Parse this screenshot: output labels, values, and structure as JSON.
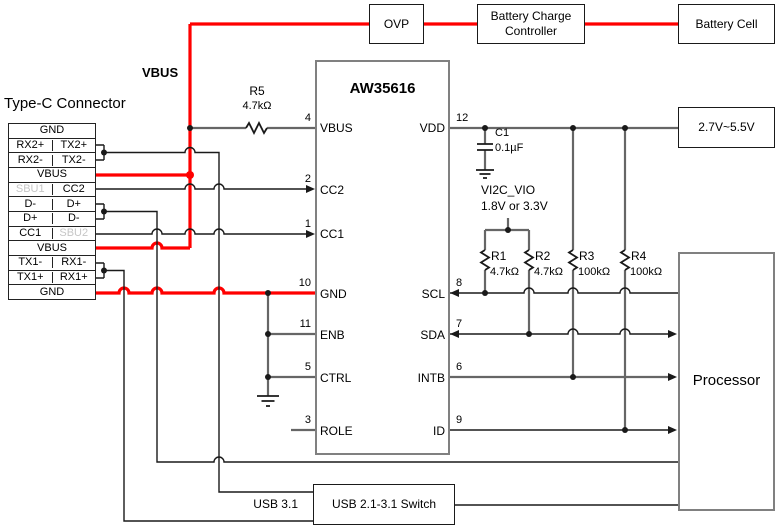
{
  "typec": {
    "title": "Type-C Connector",
    "rows": [
      {
        "label": "GND"
      },
      {
        "left": "RX2+",
        "right": "TX2+"
      },
      {
        "left": "RX2-",
        "right": "TX2-"
      },
      {
        "label": "VBUS"
      },
      {
        "left": "SBU1",
        "right": "CC2"
      },
      {
        "left": "D-",
        "right": "D+"
      },
      {
        "left": "D+",
        "right": "D-"
      },
      {
        "left": "CC1",
        "right": "SBU2"
      },
      {
        "label": "VBUS"
      },
      {
        "left": "TX1-",
        "right": "RX1-"
      },
      {
        "left": "TX1+",
        "right": "RX1+"
      },
      {
        "label": "GND"
      }
    ]
  },
  "chip": {
    "name": "AW35616",
    "pins_left": [
      {
        "num": "4",
        "label": "VBUS"
      },
      {
        "num": "2",
        "label": "CC2"
      },
      {
        "num": "1",
        "label": "CC1"
      },
      {
        "num": "10",
        "label": "GND"
      },
      {
        "num": "11",
        "label": "ENB"
      },
      {
        "num": "5",
        "label": "CTRL"
      },
      {
        "num": "3",
        "label": "ROLE"
      }
    ],
    "pins_right": [
      {
        "num": "12",
        "label": "VDD"
      },
      {
        "num": "8",
        "label": "SCL"
      },
      {
        "num": "7",
        "label": "SDA"
      },
      {
        "num": "6",
        "label": "INTB"
      },
      {
        "num": "9",
        "label": "ID"
      }
    ]
  },
  "boxes": {
    "ovp": "OVP",
    "charge_controller": "Battery Charge Controller",
    "battery_cell": "Battery Cell",
    "vdd_range": "2.7V~5.5V",
    "processor": "Processor",
    "usb_switch": "USB 2.1-3.1 Switch"
  },
  "components": {
    "r5": {
      "ref": "R5",
      "value": "4.7kΩ"
    },
    "r1": {
      "ref": "R1",
      "value": "4.7kΩ"
    },
    "r2": {
      "ref": "R2",
      "value": "4.7kΩ"
    },
    "r3": {
      "ref": "R3",
      "value": "100kΩ"
    },
    "r4": {
      "ref": "R4",
      "value": "100kΩ"
    },
    "c1": {
      "ref": "C1",
      "value": "0.1µF"
    }
  },
  "labels": {
    "vbus_net": "VBUS",
    "vi2c_vio": "VI2C_VIO",
    "vi2c_voltage": "1.8V or 3.3V",
    "usb31": "USB 3.1"
  },
  "colors": {
    "wire_red": "#ff0000",
    "wire_grey": "#666666",
    "wire_dark": "#1a1a1a",
    "dim_text": "#c6c6c6",
    "chip_border": "#808080"
  }
}
